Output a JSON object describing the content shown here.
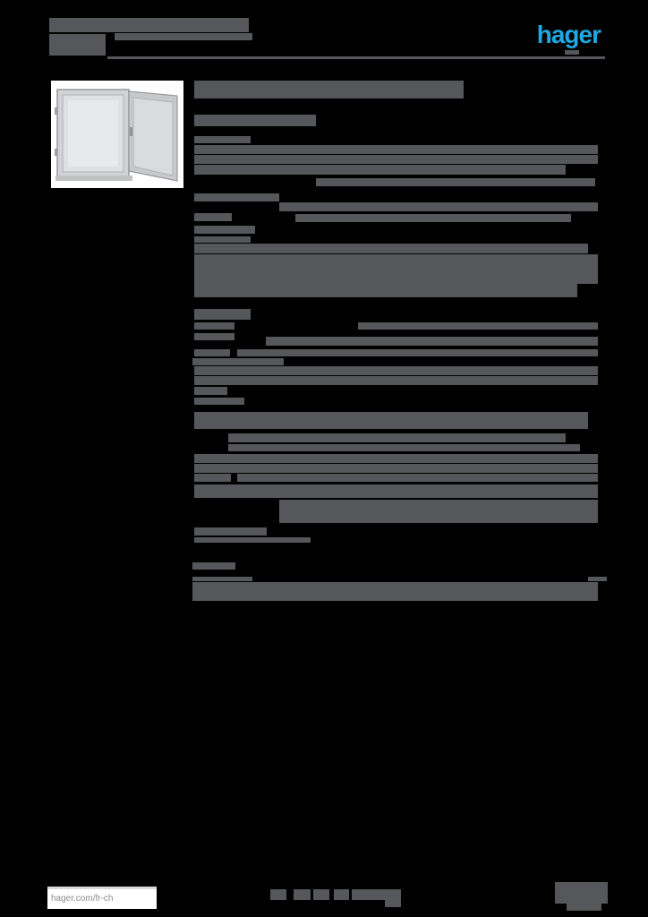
{
  "colors": {
    "canvas_bg": "#000000",
    "bar_gray": "#56575A",
    "logo_blue": "#1FA9E1",
    "paper_white": "#FFFFFF",
    "url_text_gray": "#8A8C8E"
  },
  "header": {
    "logo_text": "hager"
  },
  "footer": {
    "site_url": "hager.com/fr-ch"
  },
  "text_bars": [
    [
      55,
      20,
      223,
      16
    ],
    [
      55,
      38,
      63,
      24
    ],
    [
      128,
      37,
      154,
      8
    ],
    [
      120,
      63,
      556,
      3
    ],
    [
      631,
      56,
      16,
      5
    ],
    [
      217,
      90,
      301,
      20
    ],
    [
      217,
      128,
      136,
      13
    ],
    [
      217,
      152,
      63,
      8
    ],
    [
      217,
      162,
      451,
      10
    ],
    [
      217,
      173,
      451,
      10
    ],
    [
      217,
      184,
      415,
      11
    ],
    [
      353,
      199,
      312,
      9
    ],
    [
      217,
      216,
      95,
      9
    ],
    [
      312,
      226,
      356,
      10
    ],
    [
      217,
      238,
      42,
      9
    ],
    [
      330,
      239,
      308,
      9
    ],
    [
      217,
      252,
      68,
      9
    ],
    [
      217,
      264,
      63,
      7
    ],
    [
      217,
      272,
      440,
      11
    ],
    [
      217,
      284,
      451,
      11
    ],
    [
      217,
      295,
      451,
      11
    ],
    [
      217,
      306,
      451,
      11
    ],
    [
      217,
      317,
      428,
      15
    ],
    [
      217,
      345,
      63,
      12
    ],
    [
      217,
      360,
      45,
      8
    ],
    [
      400,
      360,
      268,
      8
    ],
    [
      217,
      372,
      45,
      8
    ],
    [
      297,
      376,
      371,
      10
    ],
    [
      217,
      390,
      40,
      8
    ],
    [
      265,
      390,
      403,
      8
    ],
    [
      215,
      400,
      102,
      8
    ],
    [
      217,
      409,
      451,
      10
    ],
    [
      217,
      420,
      451,
      10
    ],
    [
      217,
      432,
      37,
      9
    ],
    [
      217,
      444,
      56,
      8
    ],
    [
      217,
      460,
      440,
      19
    ],
    [
      255,
      484,
      377,
      10
    ],
    [
      255,
      496,
      393,
      8
    ],
    [
      217,
      507,
      451,
      10
    ],
    [
      217,
      518,
      451,
      10
    ],
    [
      217,
      529,
      41,
      9
    ],
    [
      265,
      529,
      403,
      9
    ],
    [
      217,
      541,
      451,
      15
    ],
    [
      312,
      558,
      356,
      26
    ],
    [
      217,
      589,
      81,
      9
    ],
    [
      217,
      600,
      130,
      6
    ],
    [
      215,
      628,
      48,
      8
    ],
    [
      215,
      644,
      67,
      5
    ],
    [
      657,
      644,
      21,
      5
    ],
    [
      215,
      650,
      453,
      21
    ],
    [
      620,
      985,
      59,
      24
    ],
    [
      633,
      1009,
      39,
      8
    ]
  ],
  "footer_icons": [
    [
      302,
      993,
      18,
      12
    ],
    [
      328,
      993,
      19,
      12
    ],
    [
      350,
      993,
      18,
      12
    ],
    [
      373,
      993,
      17,
      12
    ],
    [
      393,
      993,
      37,
      12
    ],
    [
      430,
      993,
      18,
      20
    ]
  ]
}
